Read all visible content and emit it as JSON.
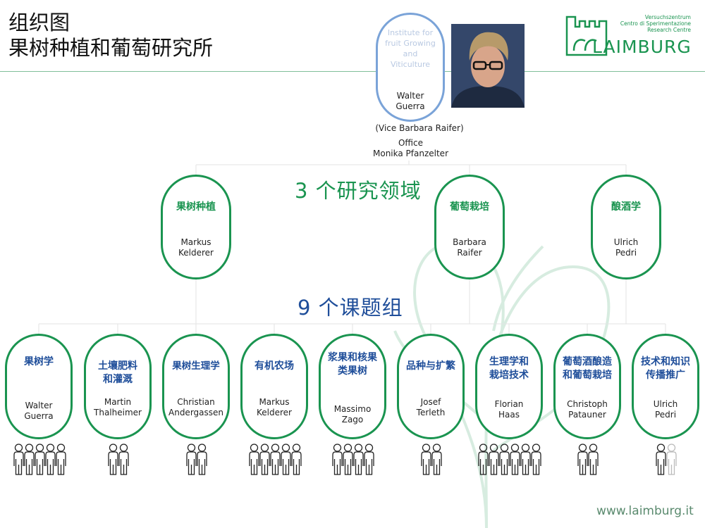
{
  "title": {
    "line1": "组织图",
    "line2": "果树种植和葡萄研究所"
  },
  "logo": {
    "small1": "Versuchszentrum",
    "small2": "Centro di Sperimentazione",
    "small3": "Research Centre",
    "word": "LAIMBURG"
  },
  "website": "www.laimburg.it",
  "head": {
    "institute": "Institute for fruit Growing and Viticulture",
    "name_line1": "Walter",
    "name_line2": "Guerra",
    "vice": "(Vice Barbara Raifer)",
    "office_label": "Office",
    "office_name": "Monika Pfanzelter"
  },
  "areas_heading": {
    "number": "3",
    "text": " 个研究领域"
  },
  "groups_heading": {
    "number": "9",
    "text": " 个课题组"
  },
  "areas": [
    {
      "label": "果树种植",
      "name1": "Markus",
      "name2": "Kelderer"
    },
    {
      "label": "葡萄栽培",
      "name1": "Barbara",
      "name2": "Raifer"
    },
    {
      "label": "酿酒学",
      "name1": "Ulrich",
      "name2": "Pedri"
    }
  ],
  "groups": [
    {
      "label": "果树学",
      "name1": "Walter",
      "name2": "Guerra",
      "people": 5,
      "color": "#1f4e9a"
    },
    {
      "label": "土壤肥料和灌溉",
      "name1": "Martin",
      "name2": "Thalheimer",
      "people": 2,
      "color": "#1f4e9a"
    },
    {
      "label": "果树生理学",
      "name1": "Christian",
      "name2": "Andergassen",
      "people": 2,
      "color": "#1f4e9a"
    },
    {
      "label": "有机农场",
      "name1": "Markus",
      "name2": "Kelderer",
      "people": 5,
      "color": "#1f4e9a"
    },
    {
      "label": "浆果和核果类果树",
      "name1": "Massimo",
      "name2": "Zago",
      "people": 4,
      "color": "#1f4e9a"
    },
    {
      "label": "品种与扩繁",
      "name1": "Josef",
      "name2": "Terleth",
      "people": 2,
      "color": "#1f4e9a"
    },
    {
      "label": "生理学和栽培技术",
      "name1": "Florian",
      "name2": "Haas",
      "people": 6,
      "color": "#1f4e9a"
    },
    {
      "label": "葡萄酒酿造和葡萄栽培",
      "name1": "Christoph",
      "name2": "Patauner",
      "people": 2,
      "color": "#1f4e9a"
    },
    {
      "label": "技术和知识传播推广",
      "name1": "Ulrich",
      "name2": "Pedri",
      "people": 2,
      "color": "#1f4e9a"
    }
  ]
}
